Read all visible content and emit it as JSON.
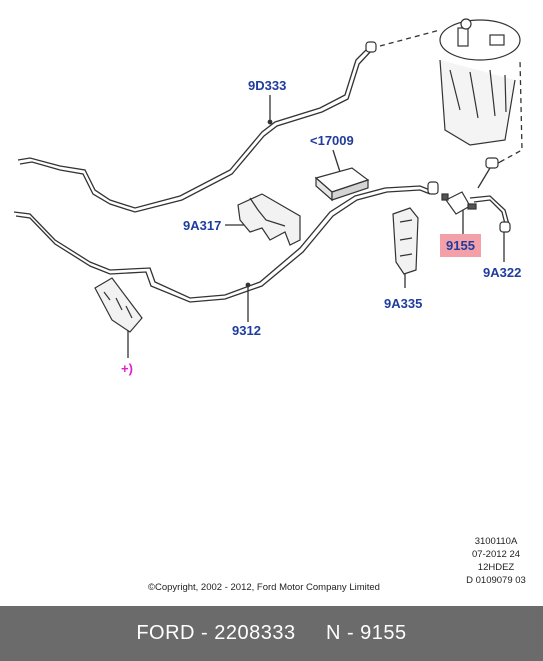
{
  "labels": {
    "fuel_line_upper": "9D333",
    "filter_element": "<17009",
    "bracket_left": "9A317",
    "fuel_line_lower": "9312",
    "clip_9a335": "9A335",
    "fuel_filter": "9155",
    "connector_9a322": "9A322",
    "note_plus": "+)"
  },
  "meta": {
    "line1": "3100110A",
    "line2": "07-2012 24",
    "line3": "12HDEZ",
    "line4": "D 0109079 03"
  },
  "copyright": "©Copyright, 2002 - 2012, Ford Motor Company Limited",
  "footer": {
    "left": "FORD - 2208333",
    "right": "N - 9155"
  },
  "colors": {
    "label_blue": "#1f3c9e",
    "highlight": "#f3a0a8",
    "note_pink": "#e020d0",
    "footer_bg": "#6b6b6b"
  }
}
